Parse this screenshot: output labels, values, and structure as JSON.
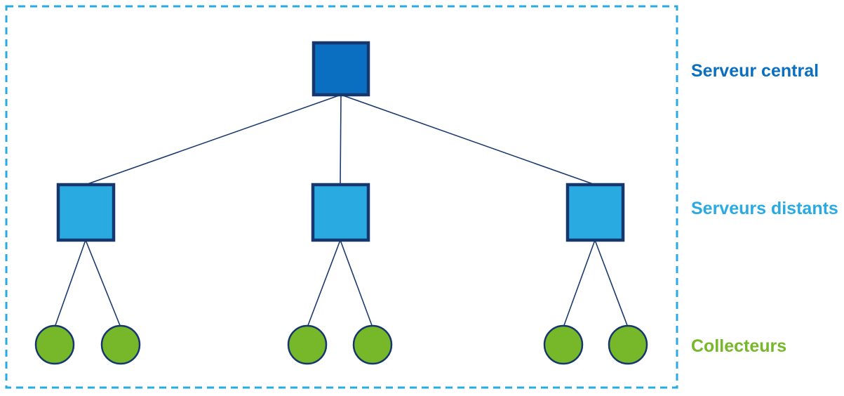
{
  "diagram": {
    "border": {
      "color": "#29abe2"
    },
    "connector_color": "#1d3a6e",
    "structure": {
      "root": "central",
      "remote_count": 3,
      "collectors_per_remote": 2,
      "collector_total": 6
    },
    "nodes": {
      "central": {
        "shape": "square",
        "fill": "#0b6fc1",
        "stroke": "#16366e"
      },
      "remote": {
        "shape": "square",
        "fill": "#29abe2",
        "stroke": "#16366e"
      },
      "collector": {
        "shape": "circle",
        "fill": "#76b82a",
        "stroke": "#16366e"
      }
    },
    "labels": {
      "central": {
        "text": "Serveur central",
        "color": "#0b6fc1"
      },
      "remote": {
        "text": "Serveurs distants",
        "color": "#29abe2"
      },
      "collector": {
        "text": "Collecteurs",
        "color": "#76b82a"
      }
    }
  }
}
